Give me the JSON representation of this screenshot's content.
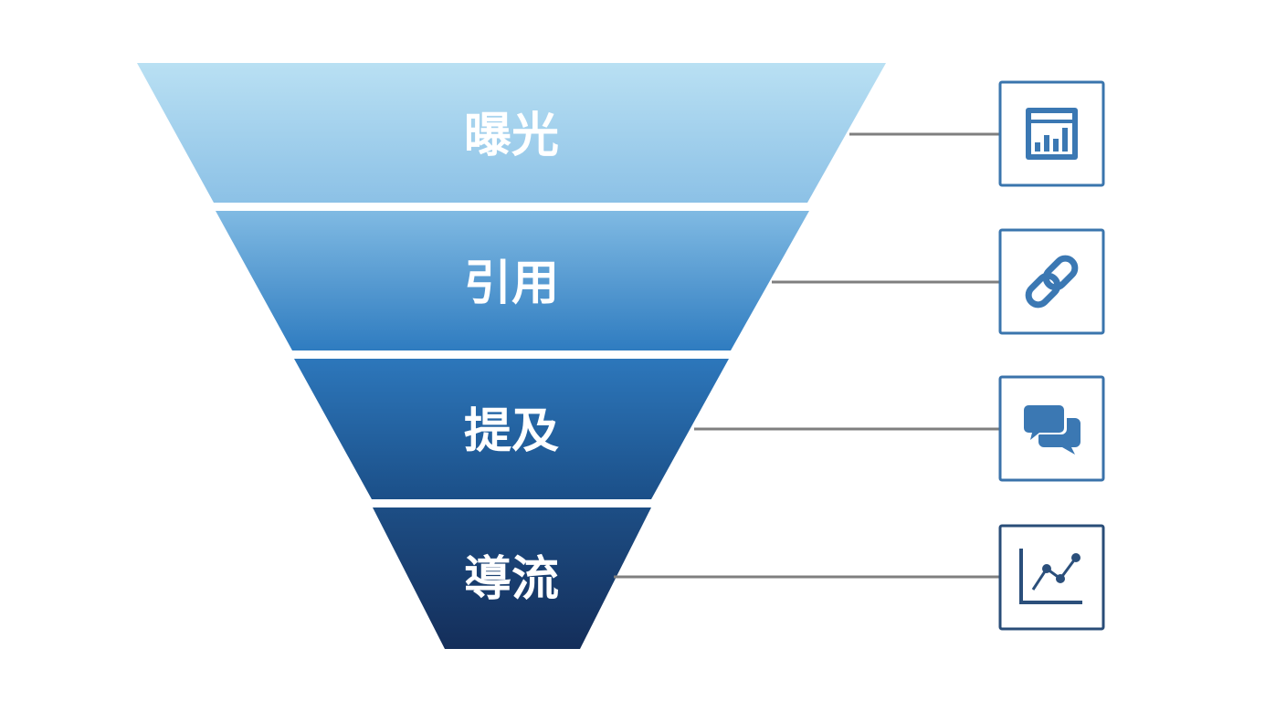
{
  "funnel": {
    "stages": [
      {
        "label": "曝光",
        "icon": "bar-chart-document-icon"
      },
      {
        "label": "引用",
        "icon": "chain-link-icon"
      },
      {
        "label": "提及",
        "icon": "chat-bubbles-icon"
      },
      {
        "label": "導流",
        "icon": "line-chart-icon"
      }
    ]
  },
  "colors": {
    "stage_gradients": [
      [
        "#b9e0f3",
        "#8cc1e6"
      ],
      [
        "#80bae3",
        "#2f7cc0"
      ],
      [
        "#2d77bb",
        "#1b4f88"
      ],
      [
        "#1d4e85",
        "#142e5a"
      ]
    ],
    "connector": "#7f7f7f",
    "icon_borders": [
      "#3a75ad",
      "#3a75ad",
      "#3a72aa",
      "#294d78"
    ],
    "icon_fill": "#3b78b3",
    "icon_fill_dark": "#2b4f7b"
  }
}
